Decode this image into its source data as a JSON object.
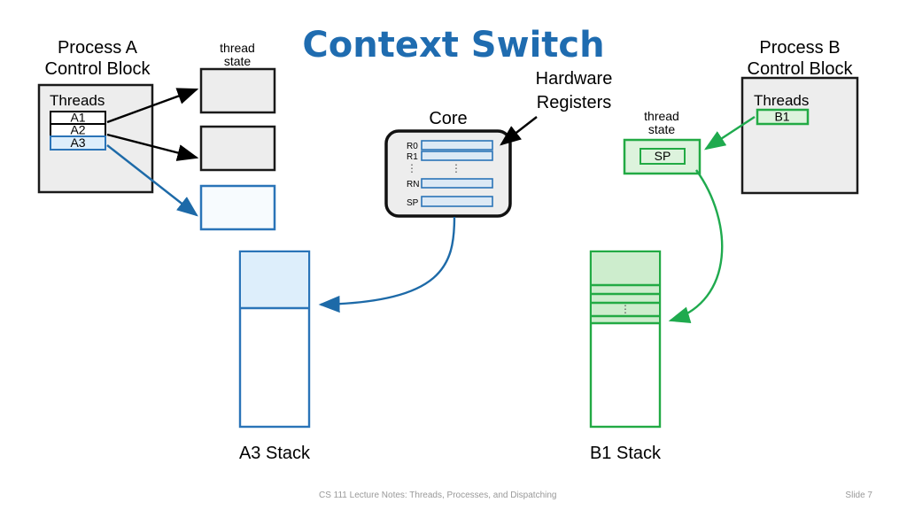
{
  "slide": {
    "title": "Context Switch",
    "title_color": "#1f6cb0",
    "background": "#ffffff"
  },
  "process_a": {
    "heading_line1": "Process A",
    "heading_line2": "Control Block",
    "threads_label": "Threads",
    "threads": [
      {
        "name": "A1",
        "state": "inactive",
        "border": "#000000",
        "fill": "#ffffff"
      },
      {
        "name": "A2",
        "state": "inactive",
        "border": "#000000",
        "fill": "#ffffff"
      },
      {
        "name": "A3",
        "state": "active",
        "border": "#2a74b8",
        "fill": "#ddeefb"
      }
    ],
    "box_fill": "#ededed",
    "box_border": "#1a1a1a"
  },
  "thread_state_a": {
    "label_line1": "thread",
    "label_line2": "state",
    "boxes": [
      {
        "owner": "A1",
        "fill": "#ededed",
        "border": "#1a1a1a"
      },
      {
        "owner": "A2",
        "fill": "#ededed",
        "border": "#1a1a1a"
      },
      {
        "owner": "A3",
        "fill": "#f7fbfe",
        "border": "#2a74b8"
      }
    ]
  },
  "core": {
    "label": "Core",
    "callout_line1": "Hardware",
    "callout_line2": "Registers",
    "registers": [
      {
        "name": "R0"
      },
      {
        "name": "R1"
      },
      {
        "name": "⋮"
      },
      {
        "name": "RN"
      },
      {
        "name": "SP"
      }
    ],
    "register_fill": "#dce9f5",
    "register_border": "#2a74b8",
    "body_fill": "#ededed",
    "body_border": "#111111"
  },
  "thread_state_b": {
    "label_line1": "thread",
    "label_line2": "state",
    "inner_label": "SP",
    "fill": "#ddf3dd",
    "border": "#22aa44"
  },
  "process_b": {
    "heading_line1": "Process B",
    "heading_line2": "Control Block",
    "threads_label": "Threads",
    "threads": [
      {
        "name": "B1",
        "state": "active",
        "border": "#22aa44",
        "fill": "#ddf3dd"
      }
    ],
    "box_fill": "#ededed",
    "box_border": "#1a1a1a"
  },
  "stack_a": {
    "caption": "A3 Stack",
    "border": "#2a74b8",
    "used_fill": "#ddeefb",
    "free_fill": "#ffffff"
  },
  "stack_b": {
    "caption": "B1 Stack",
    "border": "#22aa44",
    "used_fill": "#cdedcd",
    "free_fill": "#ffffff",
    "frame_dots": "⋮"
  },
  "footer": {
    "left": "CS 111 Lecture Notes: Threads, Processes, and Dispatching",
    "right": "Slide 7",
    "color": "#999999"
  }
}
